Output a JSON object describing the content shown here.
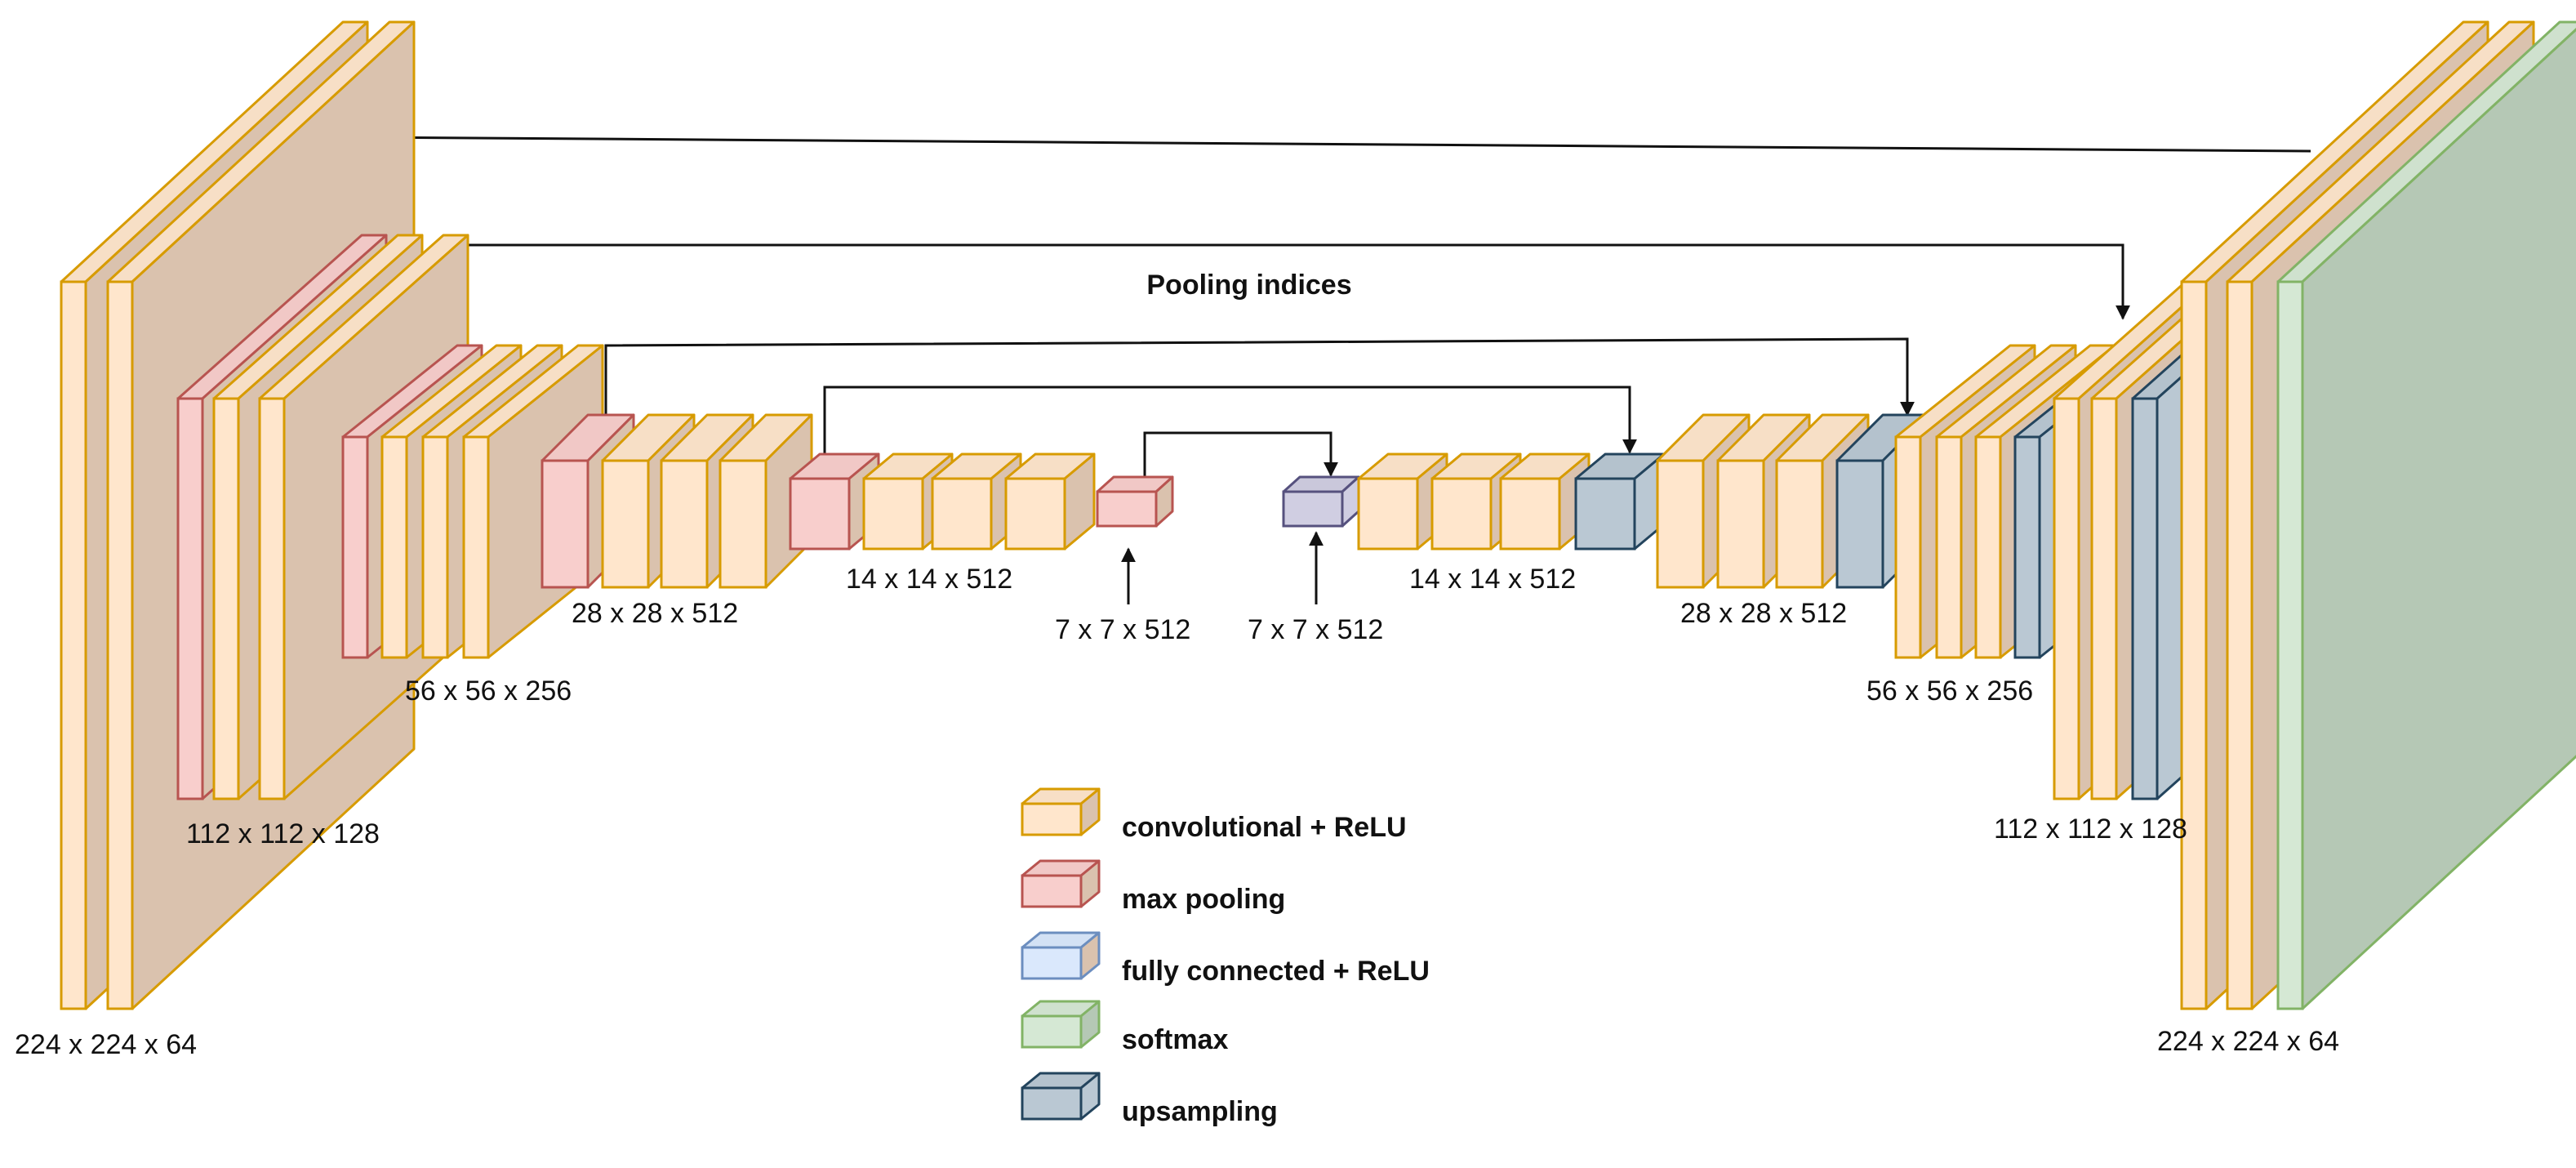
{
  "colors": {
    "conv": "#ffe6cc",
    "conv_stroke": "#d79b00",
    "pool": "#f8cecc",
    "pool_stroke": "#b85450",
    "fc": "#dae8fc",
    "fc_stroke": "#6c8ebf",
    "softmax": "#d5e8d4",
    "softmax_stroke": "#82b366",
    "upsample": "#bac8d3",
    "upsample_stroke": "#23445d",
    "purple": "#d0cee2",
    "purple_stroke": "#56517e",
    "side_brown": "#dac2ae",
    "side_green": "#b5c8b5",
    "line": "#111111"
  },
  "labels": {
    "pooling_indices": "Pooling indices",
    "enc_224": "224 x 224 x 64",
    "enc_112": "112 x 112 x 128",
    "enc_56": "56 x 56 x 256",
    "enc_28": "28 x 28 x 512",
    "enc_14": "14 x 14 x 512",
    "enc_7": "7 x 7 x 512",
    "dec_7": "7 x 7 x 512",
    "dec_14": "14 x 14 x 512",
    "dec_28": "28 x 28 x 512",
    "dec_56": "56 x 56 x 256",
    "dec_112": "112 x 112 x 128",
    "dec_224": "224 x 224 x 64"
  },
  "legend": [
    {
      "kind": "conv",
      "label": "convolutional + ReLU"
    },
    {
      "kind": "pool",
      "label": "max pooling"
    },
    {
      "kind": "fc",
      "label": "fully connected + ReLU"
    },
    {
      "kind": "softmax",
      "label": "softmax"
    },
    {
      "kind": "upsample",
      "label": "upsampling"
    }
  ]
}
